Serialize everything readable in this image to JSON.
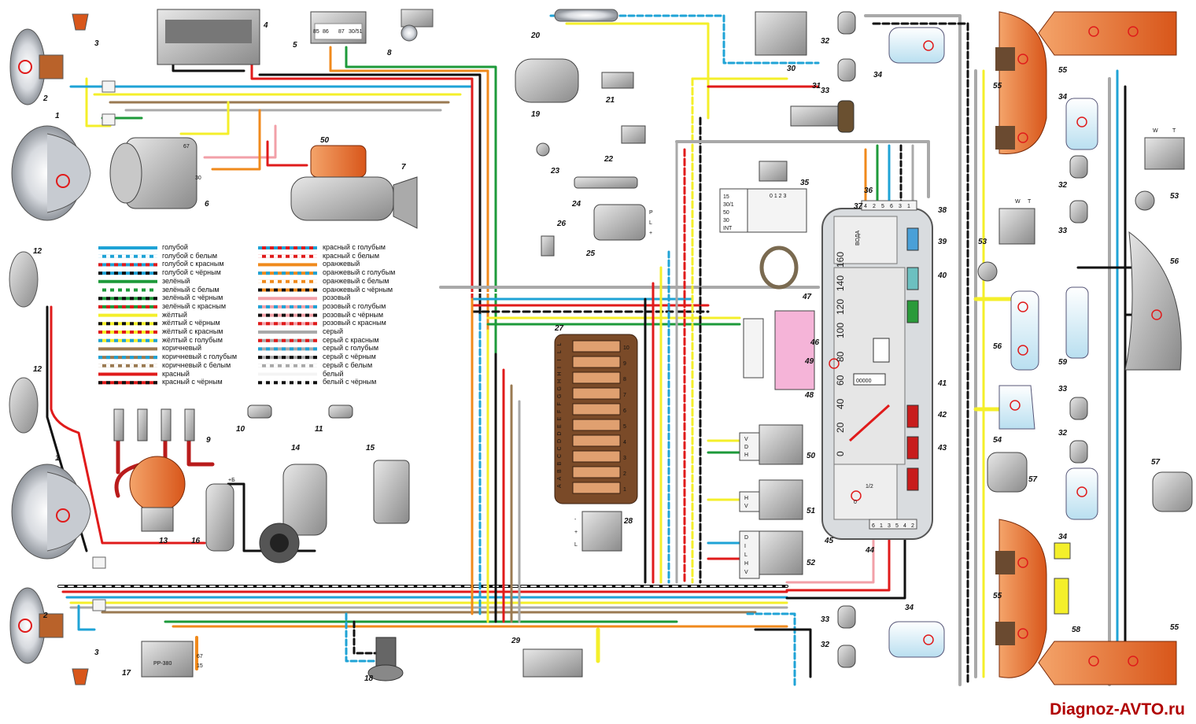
{
  "watermark": "Diagnoz-AVTO.ru",
  "components": [
    {
      "id": "c1a",
      "label": "1"
    },
    {
      "id": "c1b",
      "label": "1"
    },
    {
      "id": "c2a",
      "label": "2"
    },
    {
      "id": "c2b",
      "label": "2"
    },
    {
      "id": "c3a",
      "label": "3"
    },
    {
      "id": "c3b",
      "label": "3"
    },
    {
      "id": "c4",
      "label": "4"
    },
    {
      "id": "c5",
      "label": "5"
    },
    {
      "id": "c6",
      "label": "6"
    },
    {
      "id": "c7",
      "label": "7"
    },
    {
      "id": "c8",
      "label": "8"
    },
    {
      "id": "c9",
      "label": "9"
    },
    {
      "id": "c10",
      "label": "10"
    },
    {
      "id": "c11",
      "label": "11"
    },
    {
      "id": "c12a",
      "label": "12"
    },
    {
      "id": "c12b",
      "label": "12"
    },
    {
      "id": "c13",
      "label": "13"
    },
    {
      "id": "c14",
      "label": "14"
    },
    {
      "id": "c15",
      "label": "15"
    },
    {
      "id": "c16",
      "label": "16"
    },
    {
      "id": "c17",
      "label": "17"
    },
    {
      "id": "c18",
      "label": "18"
    },
    {
      "id": "c19",
      "label": "19"
    },
    {
      "id": "c20",
      "label": "20"
    },
    {
      "id": "c21",
      "label": "21"
    },
    {
      "id": "c22",
      "label": "22"
    },
    {
      "id": "c23",
      "label": "23"
    },
    {
      "id": "c24",
      "label": "24"
    },
    {
      "id": "c25",
      "label": "25"
    },
    {
      "id": "c26",
      "label": "26"
    },
    {
      "id": "c27",
      "label": "27"
    },
    {
      "id": "c28",
      "label": "28"
    },
    {
      "id": "c29",
      "label": "29"
    },
    {
      "id": "c30",
      "label": "30"
    },
    {
      "id": "c31",
      "label": "31"
    },
    {
      "id": "c35",
      "label": "35"
    },
    {
      "id": "c36",
      "label": "36"
    },
    {
      "id": "c37",
      "label": "37"
    },
    {
      "id": "c38",
      "label": "38"
    },
    {
      "id": "c39",
      "label": "39"
    },
    {
      "id": "c40",
      "label": "40"
    },
    {
      "id": "c41",
      "label": "41"
    },
    {
      "id": "c42",
      "label": "42"
    },
    {
      "id": "c43",
      "label": "43"
    },
    {
      "id": "c44",
      "label": "44"
    },
    {
      "id": "c45",
      "label": "45"
    },
    {
      "id": "c46",
      "label": "46"
    },
    {
      "id": "c47",
      "label": "47"
    },
    {
      "id": "c48",
      "label": "48"
    },
    {
      "id": "c49",
      "label": "49"
    },
    {
      "id": "c50a",
      "label": "50"
    },
    {
      "id": "c50b",
      "label": "50"
    },
    {
      "id": "c51",
      "label": "51"
    },
    {
      "id": "c52",
      "label": "52"
    },
    {
      "id": "c53a",
      "label": "53"
    },
    {
      "id": "c53b",
      "label": "53"
    },
    {
      "id": "c54",
      "label": "54"
    },
    {
      "id": "c55a",
      "label": "55"
    },
    {
      "id": "c55b",
      "label": "55"
    },
    {
      "id": "c55c",
      "label": "55"
    },
    {
      "id": "c55d",
      "label": "55"
    },
    {
      "id": "c56a",
      "label": "56"
    },
    {
      "id": "c56b",
      "label": "56"
    },
    {
      "id": "c57a",
      "label": "57"
    },
    {
      "id": "c57b",
      "label": "57"
    },
    {
      "id": "c58",
      "label": "58"
    },
    {
      "id": "c59",
      "label": "59"
    }
  ],
  "legend": {
    "left": [
      {
        "text": "голубой",
        "colors": [
          "#1fa3d6"
        ]
      },
      {
        "text": "голубой с белым",
        "colors": [
          "#1fa3d6",
          "#ffffff"
        ]
      },
      {
        "text": "голубой с красным",
        "colors": [
          "#1fa3d6",
          "#e01b1b"
        ]
      },
      {
        "text": "голубой с чёрным",
        "colors": [
          "#1fa3d6",
          "#111111"
        ]
      },
      {
        "text": "зелёный",
        "colors": [
          "#1d9a3a"
        ]
      },
      {
        "text": "зелёный с белым",
        "colors": [
          "#1d9a3a",
          "#ffffff"
        ]
      },
      {
        "text": "зелёный с чёрным",
        "colors": [
          "#1d9a3a",
          "#111111"
        ]
      },
      {
        "text": "зелёный с красным",
        "colors": [
          "#1d9a3a",
          "#e01b1b"
        ]
      },
      {
        "text": "жёлтый",
        "colors": [
          "#f4ef2a"
        ]
      },
      {
        "text": "жёлтый с чёрным",
        "colors": [
          "#f4ef2a",
          "#111111"
        ]
      },
      {
        "text": "жёлтый с красным",
        "colors": [
          "#f4ef2a",
          "#e01b1b"
        ]
      },
      {
        "text": "жёлтый с голубым",
        "colors": [
          "#f4ef2a",
          "#1fa3d6"
        ]
      },
      {
        "text": "коричневый",
        "colors": [
          "#9a7a52"
        ]
      },
      {
        "text": "коричневый с голубым",
        "colors": [
          "#9a7a52",
          "#1fa3d6"
        ]
      },
      {
        "text": "коричневый с белым",
        "colors": [
          "#9a7a52",
          "#ffffff"
        ]
      },
      {
        "text": "красный",
        "colors": [
          "#e01b1b"
        ]
      },
      {
        "text": "красный с чёрным",
        "colors": [
          "#e01b1b",
          "#111111"
        ]
      }
    ],
    "right": [
      {
        "text": "красный с голубым",
        "colors": [
          "#e01b1b",
          "#1fa3d6"
        ]
      },
      {
        "text": "красный с белым",
        "colors": [
          "#e01b1b",
          "#ffffff"
        ]
      },
      {
        "text": "оранжевый",
        "colors": [
          "#f08a1c"
        ]
      },
      {
        "text": "оранжевый с голубым",
        "colors": [
          "#f08a1c",
          "#1fa3d6"
        ]
      },
      {
        "text": "оранжевый с белым",
        "colors": [
          "#f08a1c",
          "#ffffff"
        ]
      },
      {
        "text": "оранжевый с чёрным",
        "colors": [
          "#f08a1c",
          "#111111"
        ]
      },
      {
        "text": "розовый",
        "colors": [
          "#f2a0a8"
        ]
      },
      {
        "text": "розовый с голубым",
        "colors": [
          "#f2a0a8",
          "#1fa3d6"
        ]
      },
      {
        "text": "розовый с чёрным",
        "colors": [
          "#f2a0a8",
          "#111111"
        ]
      },
      {
        "text": "розовый с красным",
        "colors": [
          "#f2a0a8",
          "#e01b1b"
        ]
      },
      {
        "text": "серый",
        "colors": [
          "#a9a9a9"
        ]
      },
      {
        "text": "серый с красным",
        "colors": [
          "#a9a9a9",
          "#e01b1b"
        ]
      },
      {
        "text": "серый с голубым",
        "colors": [
          "#a9a9a9",
          "#1fa3d6"
        ]
      },
      {
        "text": "серый с чёрным",
        "colors": [
          "#a9a9a9",
          "#111111"
        ]
      },
      {
        "text": "серый с белым",
        "colors": [
          "#a9a9a9",
          "#ffffff"
        ]
      },
      {
        "text": "белый",
        "colors": [
          "#f4f4f4"
        ]
      },
      {
        "text": "белый с чёрным",
        "colors": [
          "#f4f4f4",
          "#111111"
        ]
      }
    ]
  },
  "fuse_block": {
    "letters": [
      "A",
      "A",
      "B",
      "B",
      "C",
      "C",
      "D",
      "D",
      "E",
      "E",
      "F",
      "F",
      "G",
      "G",
      "H",
      "H",
      "I",
      "I",
      "L",
      "L"
    ],
    "numbers": [
      "10",
      "9",
      "8",
      "7",
      "6",
      "5",
      "4",
      "3",
      "2",
      "1"
    ]
  },
  "ignition_switch_35": {
    "positions": "0 1 2 3",
    "terminals": [
      "15",
      "30/1",
      "50",
      "30",
      "INT"
    ]
  },
  "instrument_cluster": {
    "water_label": "ВОДА",
    "speed_scale": [
      "0",
      "20",
      "40",
      "60",
      "80",
      "100",
      "120",
      "140",
      "160"
    ],
    "odometer": "00000",
    "fuel_marks": [
      "0",
      "1/2"
    ],
    "top_connector": [
      "4",
      "2",
      "5",
      "6",
      "3",
      "1"
    ],
    "bottom_connector": [
      "6",
      "1",
      "3",
      "5",
      "4",
      "2"
    ]
  },
  "switch_50_pins": [
    "V",
    "D",
    "H"
  ],
  "switch_51_pins": [
    "H",
    "V"
  ],
  "switch_52_pins": [
    "D",
    "I",
    "L",
    "H",
    "V"
  ],
  "relay_5_pins": [
    "85",
    "86",
    "87",
    "30/51"
  ],
  "regulator_17": {
    "name": "PP-380",
    "pins": [
      "67",
      "15"
    ]
  },
  "alternator_6_pins": [
    "67",
    "30"
  ],
  "coil_16_pin": "+Б",
  "relay_25_pins": [
    "P",
    "L",
    "+"
  ],
  "relay_28_pins": [
    "-",
    "+",
    "L"
  ],
  "tail_53_pins": [
    "W",
    "T"
  ]
}
